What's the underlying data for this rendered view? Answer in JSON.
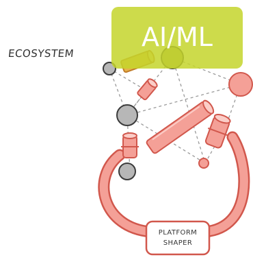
{
  "diagram": {
    "ecosystem_label": "ECOSYSTEM",
    "badge_label": "AI/ML",
    "platform_label_line1": "PLATFORM",
    "platform_label_line2": "SHAPER"
  },
  "colors": {
    "pipe_fill": "#f4a097",
    "pipe_stroke": "#d1574c",
    "node_gray": "#b7b7b7",
    "node_stroke": "#3b3b3b",
    "badge": "#c4d52c",
    "dashed_line": "#9a9a9a"
  }
}
